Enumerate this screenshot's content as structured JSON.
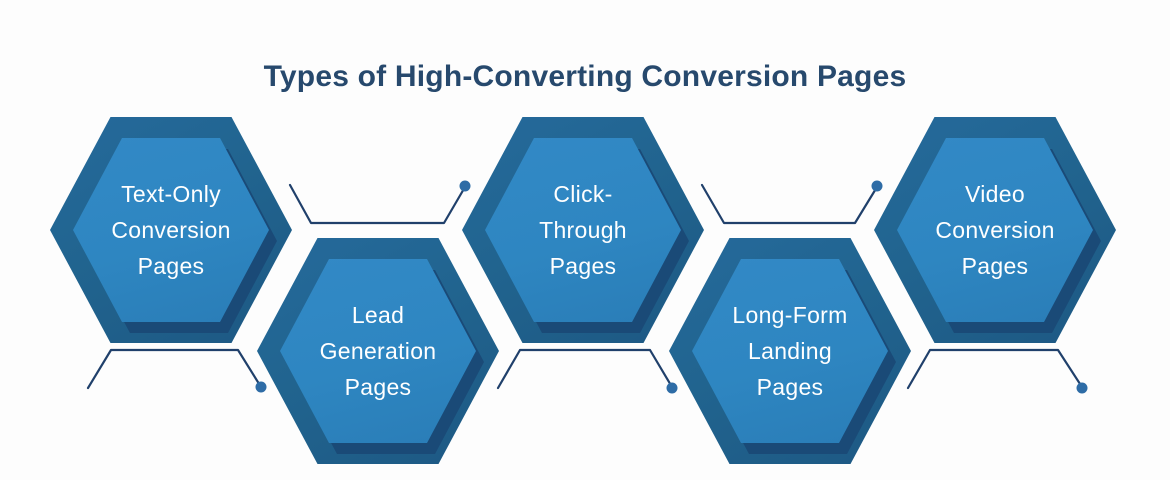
{
  "title": "Types of High-Converting Conversion Pages",
  "hexagons": [
    {
      "name": "text-only-conversion-pages",
      "label": "Text-Only\nConversion\nPages"
    },
    {
      "name": "lead-generation-pages",
      "label": "Lead\nGeneration\nPages"
    },
    {
      "name": "click-through-pages",
      "label": "Click-\nThrough\nPages"
    },
    {
      "name": "long-form-landing-pages",
      "label": "Long-Form\nLanding\nPages"
    },
    {
      "name": "video-conversion-pages",
      "label": "Video\nConversion\nPages"
    }
  ],
  "colors": {
    "background": "#fdfdfd",
    "title_text": "#27496d",
    "hexagon_outer": "#21648f",
    "hexagon_inner": "#2e86c1",
    "hexagon_inner_shadow": "#1a4a77",
    "label_text": "#ffffff",
    "connector_line": "#20406b",
    "connector_dot": "#2e6ca6"
  }
}
